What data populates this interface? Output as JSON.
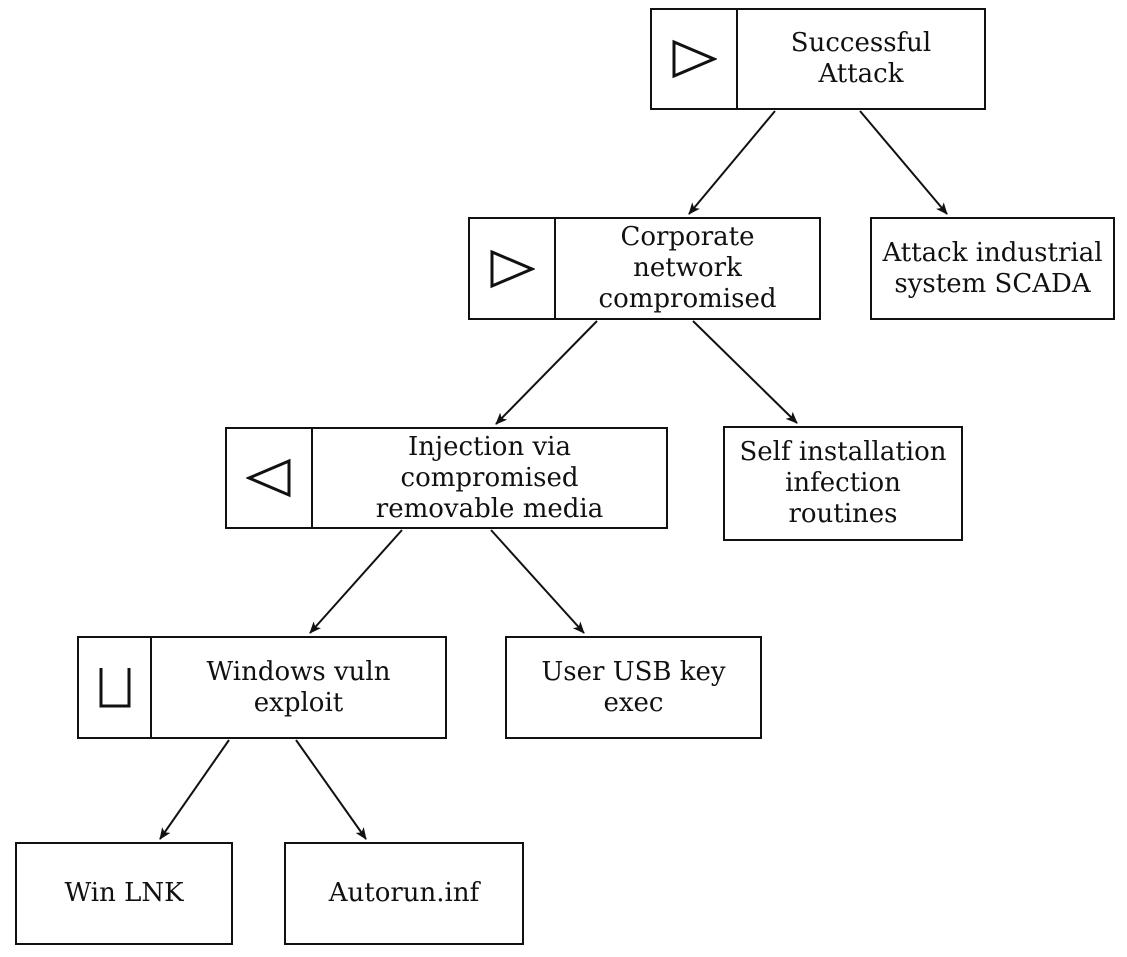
{
  "nodes": {
    "root": {
      "gate": "and-gate-right-triangle-icon",
      "lines": [
        "Successful Attack"
      ]
    },
    "corp": {
      "gate": "and-gate-right-triangle-icon",
      "lines": [
        "Corporate network",
        "compromised"
      ]
    },
    "scada": {
      "lines": [
        "Attack industrial",
        "system SCADA"
      ]
    },
    "inject": {
      "gate": "gate-left-triangle-icon",
      "lines": [
        "Injection via compromised",
        "removable media"
      ]
    },
    "self": {
      "lines": [
        "Self installation",
        "infection routines"
      ]
    },
    "win": {
      "gate": "or-gate-cup-icon",
      "lines": [
        "Windows vuln exploit"
      ]
    },
    "usb": {
      "lines": [
        "User USB key exec"
      ]
    },
    "lnk": {
      "lines": [
        "Win LNK"
      ]
    },
    "auto": {
      "lines": [
        "Autorun.inf"
      ]
    }
  },
  "edges": [
    {
      "from": "root",
      "to": "corp"
    },
    {
      "from": "root",
      "to": "scada"
    },
    {
      "from": "corp",
      "to": "inject"
    },
    {
      "from": "corp",
      "to": "self"
    },
    {
      "from": "inject",
      "to": "win"
    },
    {
      "from": "inject",
      "to": "usb"
    },
    {
      "from": "win",
      "to": "lnk"
    },
    {
      "from": "win",
      "to": "auto"
    }
  ],
  "colors": {
    "stroke": "#111111",
    "background": "#ffffff"
  }
}
